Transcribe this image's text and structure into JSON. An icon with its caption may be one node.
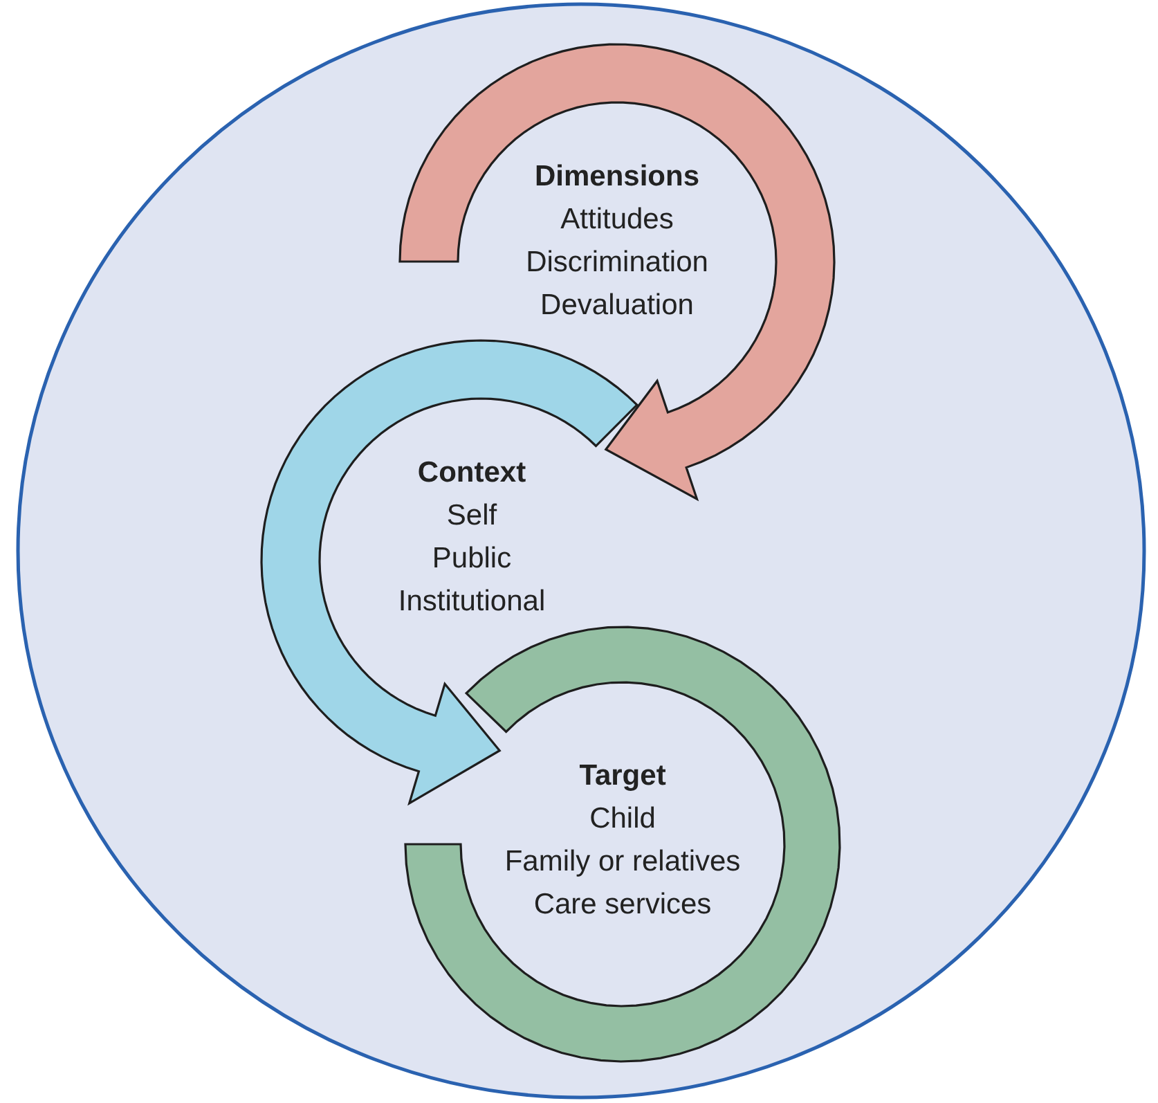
{
  "diagram": {
    "nodes": [
      {
        "text": [
          "Dimensions",
          "Attitudes",
          "Discrimination",
          "Devaluation"
        ]
      },
      {
        "text": [
          "Context",
          "Self",
          "Public",
          "Institutional"
        ]
      },
      {
        "text": [
          "Target",
          "Child",
          "Family or relatives",
          "Care services"
        ]
      }
    ],
    "edges": [
      {
        "from": 0,
        "to": 1,
        "arrow": "to",
        "style": "thick",
        "color": "#e3a59d"
      },
      {
        "from": 1,
        "to": 2,
        "arrow": "to",
        "style": "thick",
        "color": "#9fd6e8"
      }
    ]
  }
}
